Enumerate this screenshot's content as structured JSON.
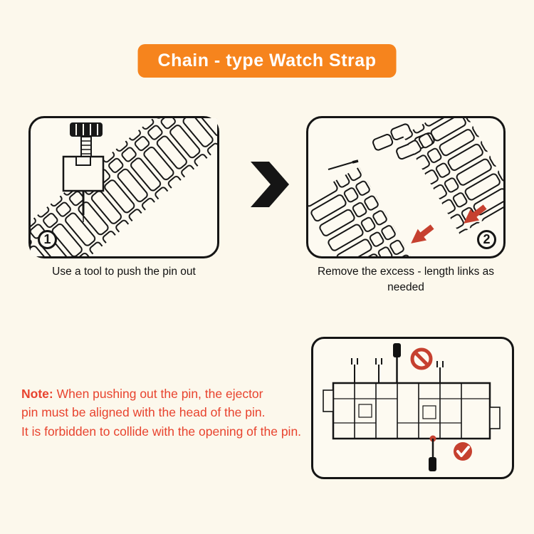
{
  "banner": {
    "title": "Chain - type Watch Strap"
  },
  "steps": [
    {
      "number": "1",
      "caption": "Use a tool to push the pin out"
    },
    {
      "number": "2",
      "caption": "Remove the excess - length links as needed"
    }
  ],
  "note": {
    "label": "Note:",
    "lines": [
      " When pushing out the pin, the ejector",
      "pin must be aligned with the head of the pin.",
      "It is forbidden to collide with the opening of the pin."
    ]
  },
  "icons": {
    "next_arrow": "chevron-right-icon",
    "prohibition": "prohibition-icon",
    "check": "check-circle-icon",
    "red_arrow": "red-arrow-icon"
  },
  "colors": {
    "background": "#fcf8ec",
    "banner_bg": "#f6841d",
    "banner_text": "#ffffff",
    "note_text": "#e8432e",
    "accent_red": "#c6402f",
    "ink": "#151515"
  }
}
